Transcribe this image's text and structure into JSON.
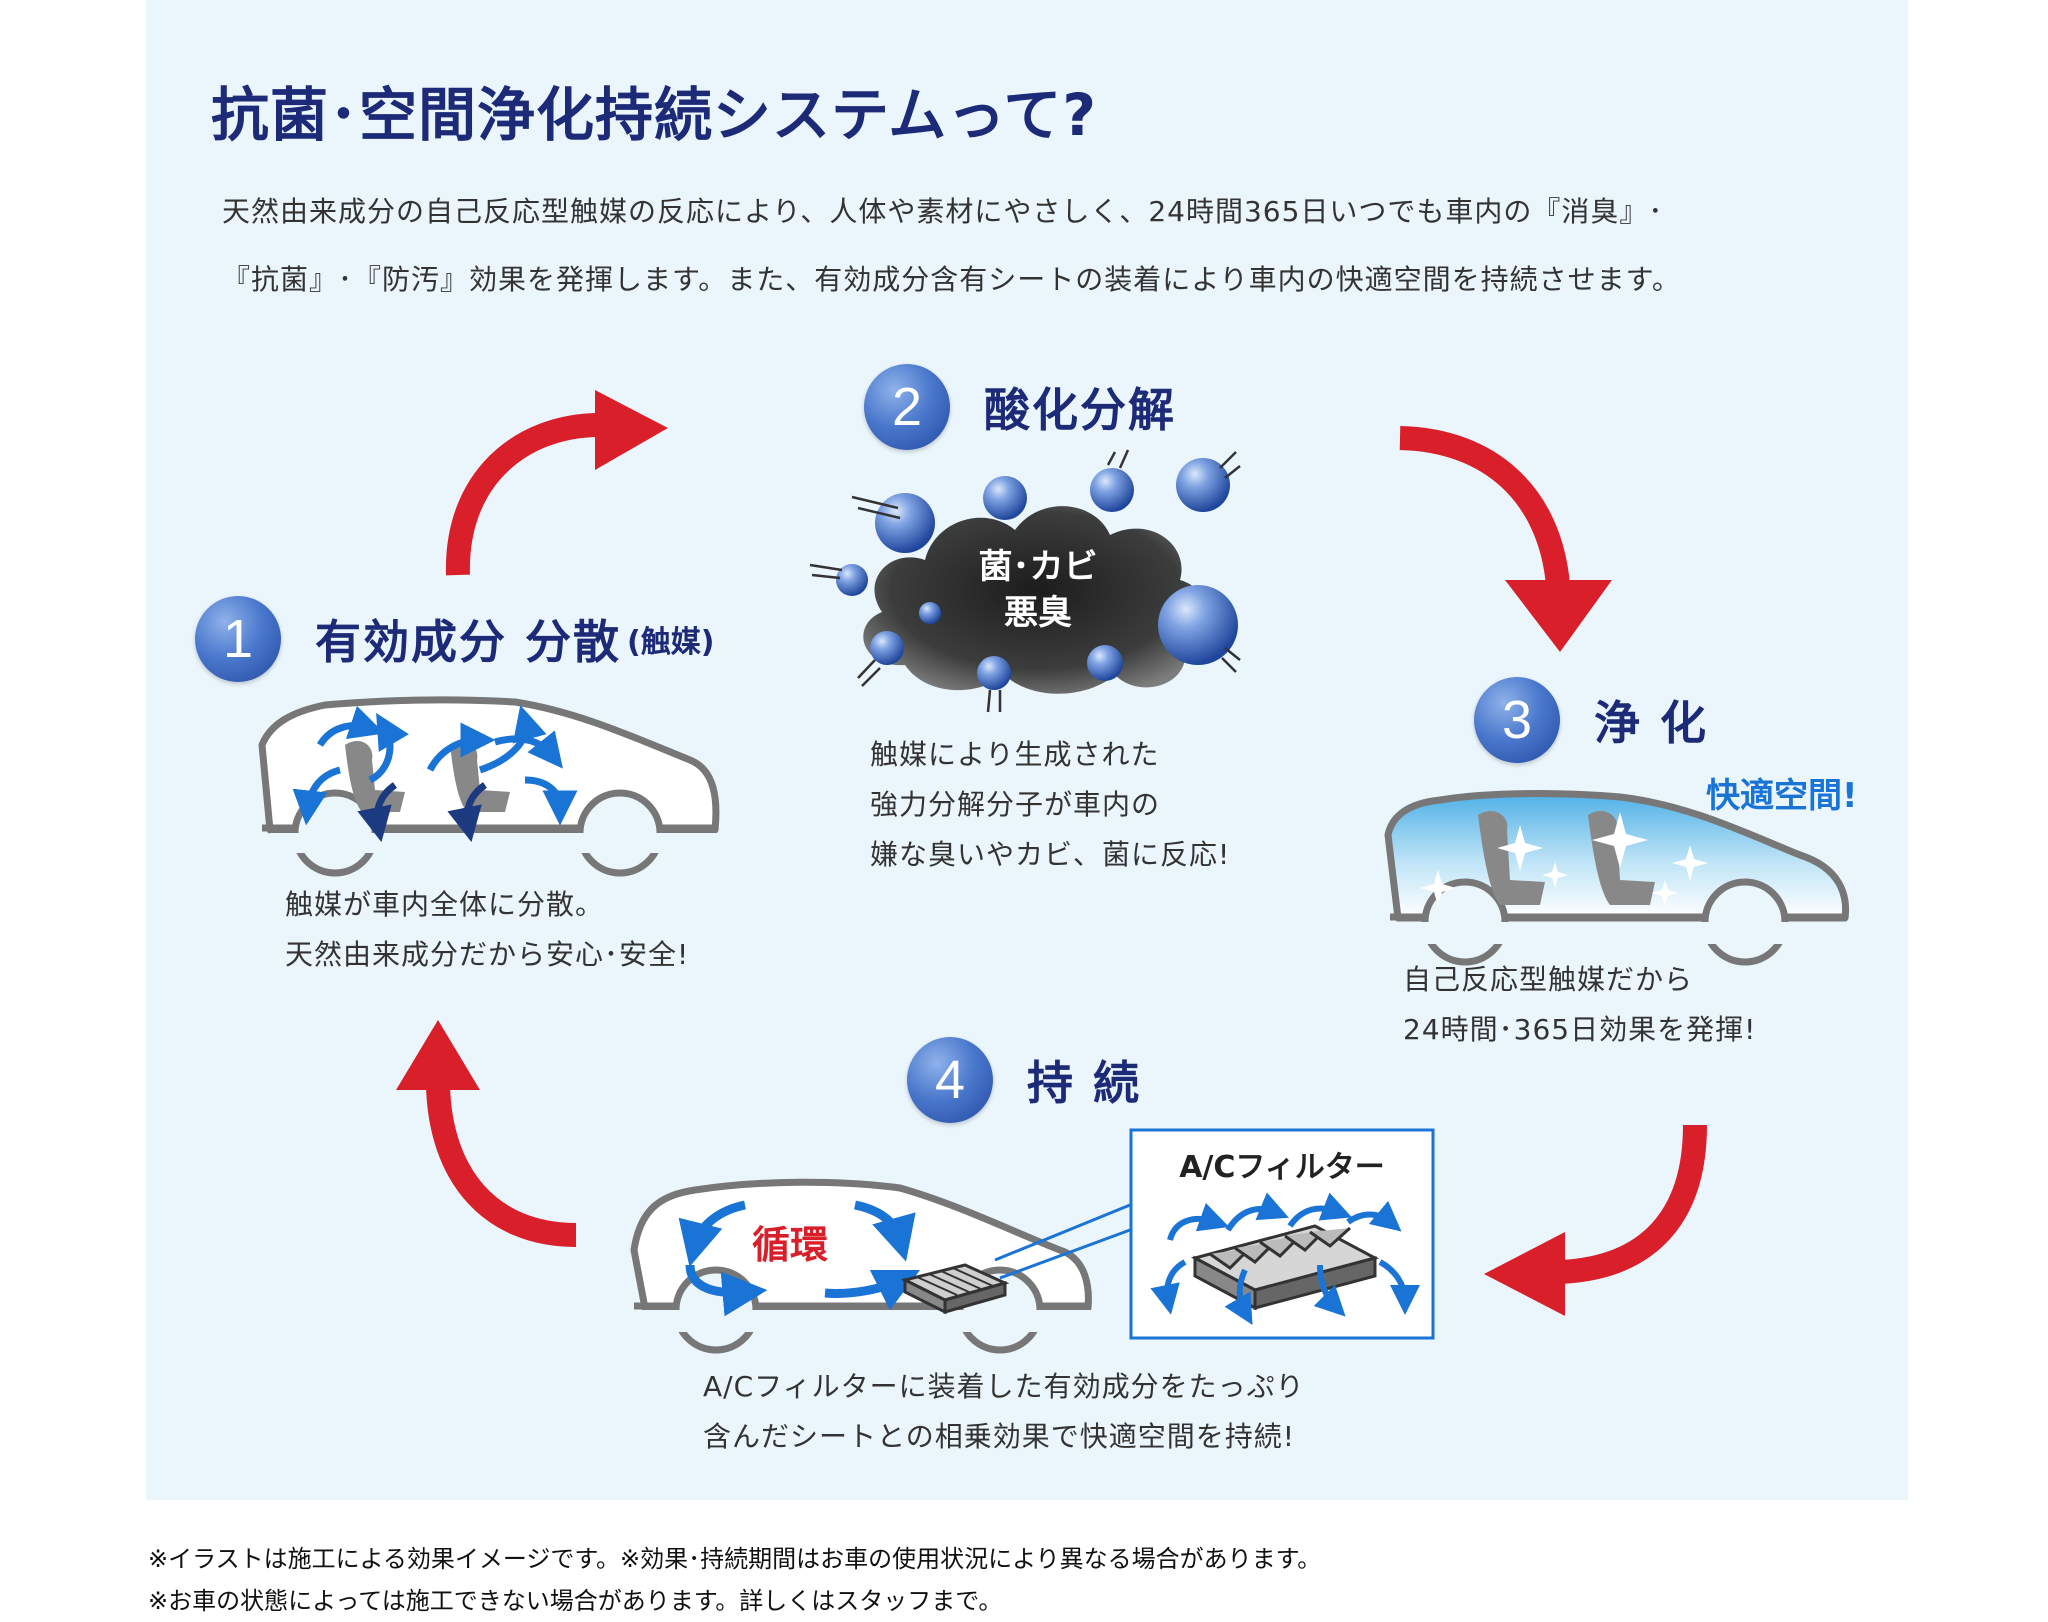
{
  "title": "抗菌･空間浄化持続システムって?",
  "intro": {
    "line1": "天然由来成分の自己反応型触媒の反応により、人体や素材にやさしく、24時間365日いつでも車内の『消臭』･",
    "line2": "『抗菌』･『防汚』効果を発揮します。また、有効成分含有シートの装着により車内の快適空間を持続させます。"
  },
  "steps": [
    {
      "number": "1",
      "label": "有効成分 分散",
      "sub": "(触媒)",
      "desc": [
        "触媒が車内全体に分散。",
        "天然由来成分だから安心･安全!"
      ]
    },
    {
      "number": "2",
      "label": "酸化分解",
      "cloud_text": [
        "菌･カビ",
        "悪臭"
      ],
      "desc": [
        "触媒により生成された",
        "強力分解分子が車内の",
        "嫌な臭いやカビ、菌に反応!"
      ]
    },
    {
      "number": "3",
      "label": "浄 化",
      "badge": "快適空間!",
      "desc": [
        "自己反応型触媒だから",
        "24時間･365日効果を発揮!"
      ]
    },
    {
      "number": "4",
      "label": "持 続",
      "circulation": "循環",
      "filter_label": "A/Cフィルター",
      "desc": [
        "A/Cフィルターに装着した有効成分をたっぷり",
        "含んだシートとの相乗効果で快適空間を持続!"
      ]
    }
  ],
  "notes": [
    "※イラストは施工による効果イメージです。※効果･持続期間はお車の使用状況により異なる場合があります。",
    "※お車の状態によっては施工できない場合があります。詳しくはスタッフまで。"
  ],
  "colors": {
    "panel_bg": "#eaf5fc",
    "title": "#1d2a78",
    "cycle_arrow": "#d91f2a",
    "flow_arrow": "#1a74d6",
    "badge": "#1a74d6",
    "circulation": "#d91f2a",
    "car_outline": "#777777"
  }
}
